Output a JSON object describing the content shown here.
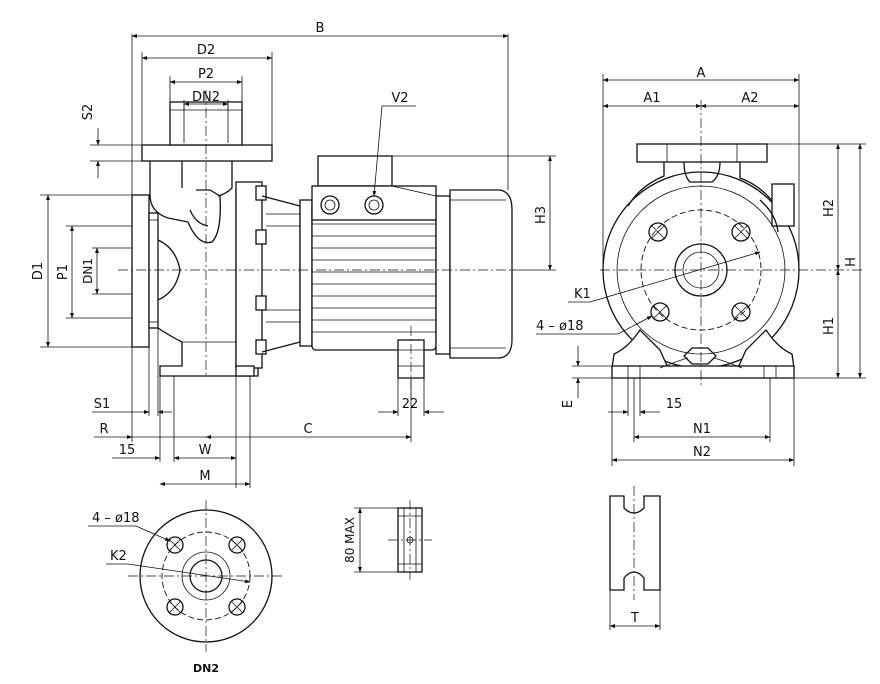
{
  "labels": {
    "B": "B",
    "D2": "D2",
    "P2": "P2",
    "DN2_top": "DN2",
    "S2": "S2",
    "V2": "V2",
    "H3": "H3",
    "D1": "D1",
    "P1": "P1",
    "DN1": "DN1",
    "S1": "S1",
    "R": "R",
    "dim22": "22",
    "C": "C",
    "dim15_left": "15",
    "W": "W",
    "M": "M",
    "A": "A",
    "A1": "A1",
    "A2": "A2",
    "H2": "H2",
    "H": "H",
    "H1": "H1",
    "K1": "K1",
    "holes_side": "4 – ø18",
    "E": "E",
    "dim15_right": "15",
    "N1": "N1",
    "N2": "N2",
    "T": "T",
    "holes_flange": "4 – ø18",
    "K2": "K2",
    "DN2_caption": "DN2",
    "max80": "80 MAX"
  }
}
